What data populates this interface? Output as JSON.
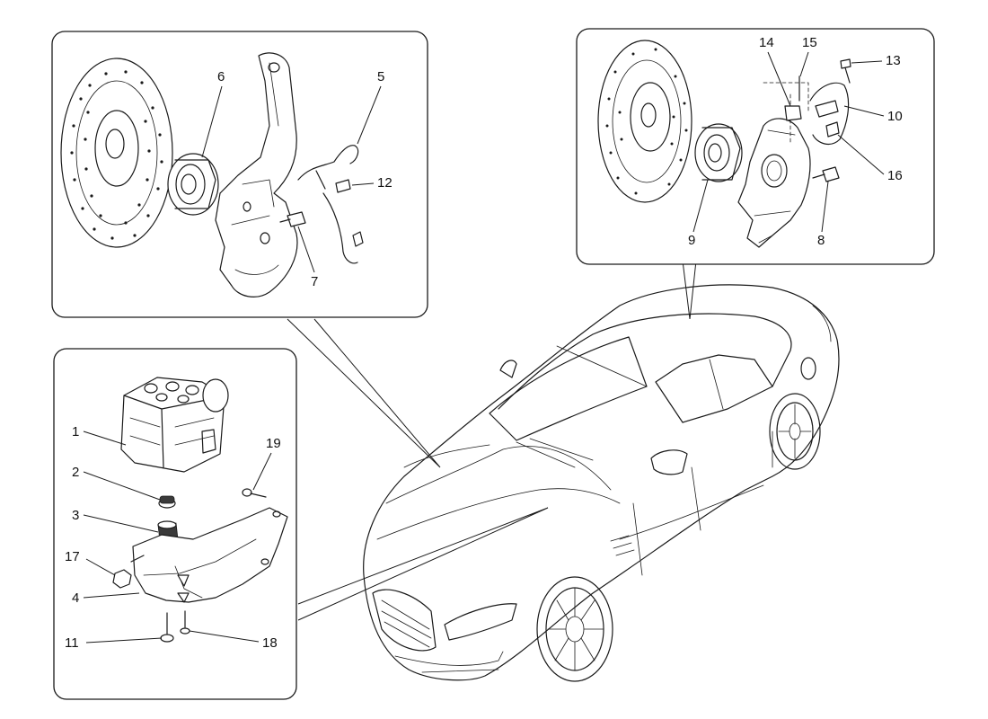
{
  "diagram": {
    "panels": [
      {
        "id": "front-wheel-hub",
        "callouts": [
          "5",
          "6",
          "7",
          "12"
        ]
      },
      {
        "id": "rear-wheel-hub",
        "callouts": [
          "8",
          "9",
          "10",
          "13",
          "14",
          "15",
          "16"
        ]
      },
      {
        "id": "abs-module",
        "callouts": [
          "1",
          "2",
          "3",
          "4",
          "11",
          "17",
          "18",
          "19"
        ]
      }
    ],
    "callouts": {
      "c1": "1",
      "c2": "2",
      "c3": "3",
      "c4": "4",
      "c5": "5",
      "c6": "6",
      "c7": "7",
      "c8": "8",
      "c9": "9",
      "c10": "10",
      "c11": "11",
      "c12": "12",
      "c13": "13",
      "c14": "14",
      "c15": "15",
      "c16": "16",
      "c17": "17",
      "c18": "18",
      "c19": "19"
    }
  }
}
